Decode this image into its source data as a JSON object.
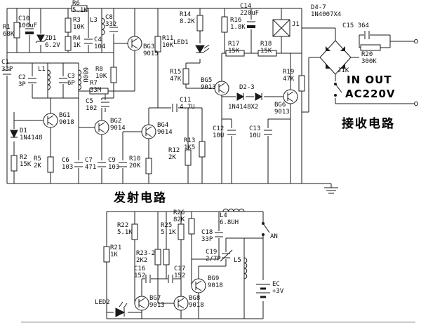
{
  "titles": {
    "rx": "接收电路",
    "tx": "发射电路",
    "inout": "IN  OUT",
    "ac": "AC220V"
  },
  "rx": {
    "r6": "R6\n5.1K",
    "r1": "R1\n68K",
    "c10": "C10\n100uF",
    "zd1": "ZD1\n6.2V",
    "r3": "R3\n10K",
    "r4": "R4\n1K",
    "c4": "C4\n104",
    "l3": "L3",
    "c8": "C8\n332",
    "c1": "C1\n33P",
    "c2": "C2\n3P",
    "l1": "L1",
    "c3": "C3\n6P",
    "l2": "680U",
    "r8": "R8\n10K",
    "bg3": "BG3\n9015",
    "r11": "R11\n10K",
    "r7": "R7\n33M",
    "c5": "C5\n102",
    "c11": "C11\n4.7U",
    "bg1": "BG1\n9018",
    "bg2": "BG2\n9014",
    "bg4": "BG4\n9014",
    "d1": "D1\n1N4148",
    "r2": "R2\n15K",
    "r5": "R5\n2K",
    "c6": "C6\n103",
    "c7": "C7\n471",
    "c9": "C9\n103",
    "r10": "R10\n20K",
    "r12": "R12\n2K",
    "r13": "R13\n1K5",
    "r14": "R14\n8.2K",
    "led1": "LED1",
    "r16": "R16\n1.8K",
    "c14": "C14\n220uF",
    "j1": "J1",
    "r17": "R17\n15K",
    "r18": "R18\n15K",
    "r15": "R15\n47K",
    "bg5": "BG5\n9013",
    "d23": "D2-3",
    "d23v": "1N4148X2",
    "bg6": "BG6\n9013",
    "r19": "R19\n47K",
    "c12": "C12\n10U",
    "c13": "C13\n10U",
    "d47": "D4-7\n1N4007X4",
    "c15": "C15  364",
    "r20": "R20\n300K",
    "j1k": "J1K"
  },
  "tx": {
    "r21": "R21\n1K",
    "r22": "R22\n5.1K",
    "r232": "R23-2\n2K2",
    "r25": "R25\n5.1K",
    "r26": "R26\n82K",
    "c16": "C16\n152",
    "c17": "C17\n152",
    "c18": "C18\n33P",
    "l4": "L4\n6.8UH",
    "c19": "C19\n2/7P",
    "l5": "L5",
    "an": "AN",
    "bg7": "BG7\n9013",
    "bg8": "BG8\n9018",
    "bg9": "BG9\n9018",
    "led2": "LED2",
    "ec": "EC\n+3V"
  }
}
